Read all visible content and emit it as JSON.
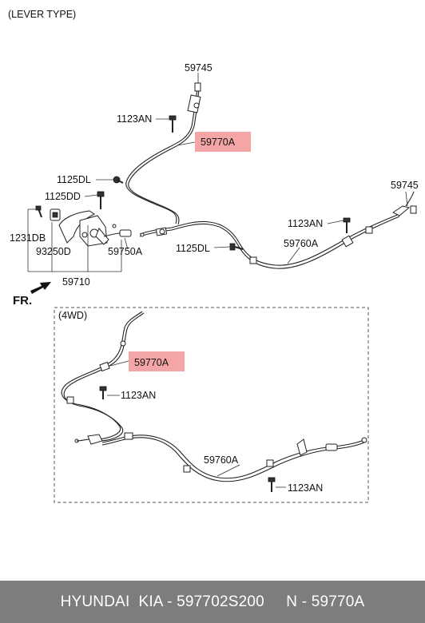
{
  "diagram": {
    "title": "(LEVER TYPE)",
    "section_4wd": "(4WD)",
    "front_marker": "FR.",
    "highlight_color": "#f4a6a6",
    "parts": {
      "p59745_top": "59745",
      "p1123an_top": "1123AN",
      "p59770a_top": "59770A",
      "p1125dl_a": "1125DL",
      "p1125dd": "1125DD",
      "p59745_right": "59745",
      "p1123an_mid": "1123AN",
      "p1231db": "1231DB",
      "p93250d": "93250D",
      "p59750a": "59750A",
      "p1125dl_b": "1125DL",
      "p59760a": "59760A",
      "p59710": "59710",
      "p59770a_4wd": "59770A",
      "p1123an_4wd_a": "1123AN",
      "p59760a_4wd": "59760A",
      "p1123an_4wd_b": "1123AN"
    }
  },
  "footer": {
    "text": "HYUNDAI  KIA - 597702S200     N - 59770A"
  }
}
